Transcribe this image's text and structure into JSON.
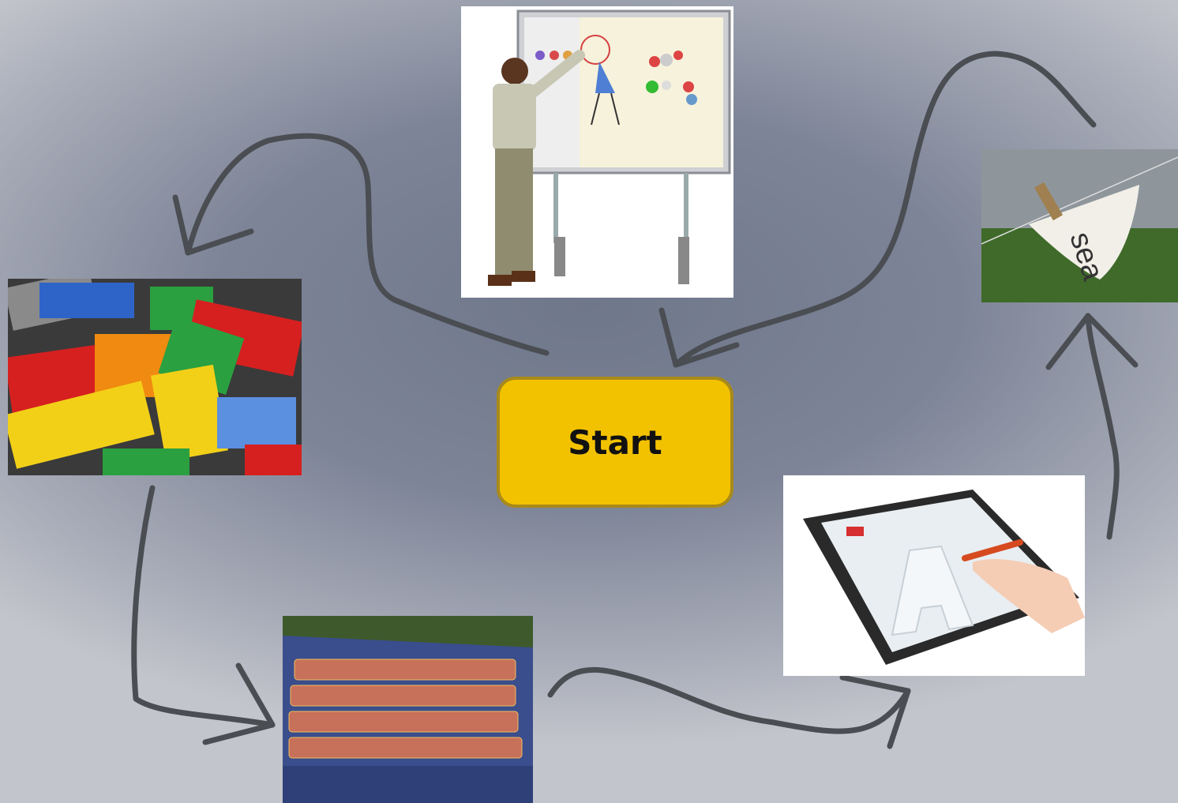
{
  "start_button": {
    "label": "Start"
  },
  "images": {
    "whiteboard": {
      "icon": "interactive-whiteboard-photo"
    },
    "lego": {
      "icon": "lego-bricks-photo"
    },
    "keyboard": {
      "icon": "fabric-keyboard-photo"
    },
    "tablet": {
      "icon": "tablet-drawing-photo"
    },
    "sea_flag": {
      "icon": "sea-flag-photo",
      "caption": "sea"
    }
  },
  "colors": {
    "start_fill": "#f2c200",
    "start_border": "#a88a1a",
    "arrow": "#4a4d52"
  }
}
